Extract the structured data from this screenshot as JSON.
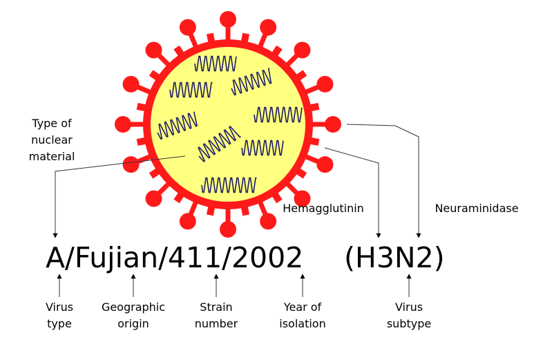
{
  "strain_name": "A/Fujian/411/2002",
  "subtype": "(H3N2)",
  "labels": {
    "nuclear_material": [
      "Type of",
      "nuclear",
      "material"
    ],
    "hemagglutinin": "Hemagglutinin",
    "neuraminidase": "Neuraminidase",
    "virus_type": [
      "Virus",
      "type"
    ],
    "geographic_origin": [
      "Geographic",
      "origin"
    ],
    "strain_number": [
      "Strain",
      "number"
    ],
    "year_of_isolation": [
      "Year of",
      "isolation"
    ],
    "virus_subtype": [
      "Virus",
      "subtype"
    ]
  },
  "colors": {
    "envelope": "#ff1a1a",
    "core": "#ffff80",
    "rna": "#1a1a66",
    "arrow": "#000000"
  }
}
